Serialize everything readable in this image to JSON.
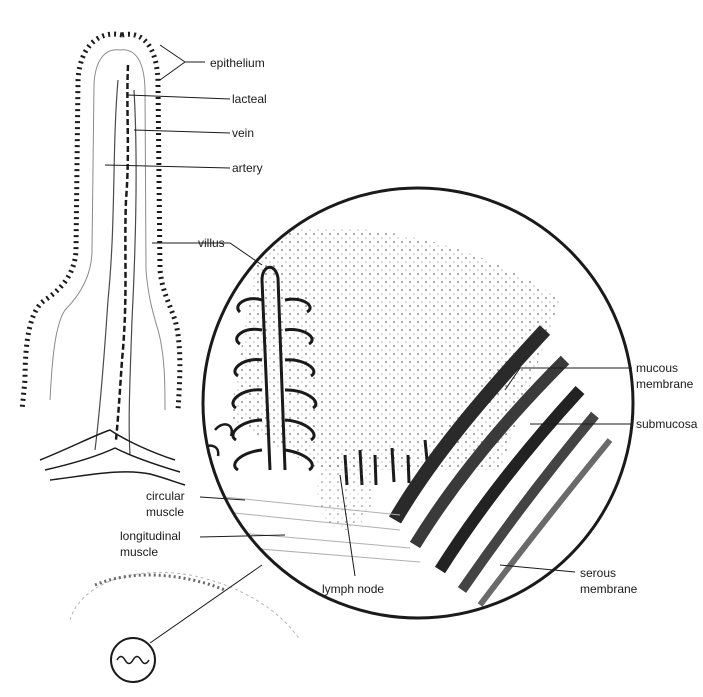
{
  "labels": {
    "epithelium": "epithelium",
    "lacteal": "lacteal",
    "vein": "vein",
    "artery": "artery",
    "villus": "villus",
    "mucous_membrane_line1": "mucous",
    "mucous_membrane_line2": "membrane",
    "submucosa": "submucosa",
    "circular_muscle_line1": "circular",
    "circular_muscle_line2": "muscle",
    "longitudinal_muscle_line1": "longitudinal",
    "longitudinal_muscle_line2": "muscle",
    "lymph_node": "lymph node",
    "serous_membrane_line1": "serous",
    "serous_membrane_line2": "membrane"
  },
  "colors": {
    "ink": "#1a1a1a",
    "shade": "#8a8a8a",
    "background": "#ffffff"
  }
}
